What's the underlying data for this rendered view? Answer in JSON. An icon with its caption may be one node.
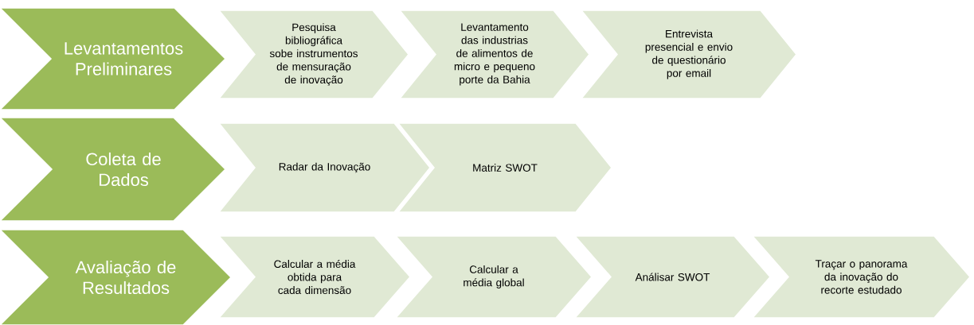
{
  "diagram": {
    "nodes": [
      {
        "text": [
          "Levantamentos Preliminares"
        ]
      },
      {
        "text": [
          "Pesquisa bibliográfica sobe instrumentos de mensuração de inovação"
        ]
      },
      {
        "text": [
          "Levantamento das industrias de alimentos de micro e pequeno porte da Bahia"
        ]
      },
      {
        "text": [
          "Entrevista presencial e envio de questionário por email"
        ]
      },
      {
        "text": [
          "Coleta de Dados"
        ]
      },
      {
        "text": [
          "Radar da Inovação"
        ]
      },
      {
        "text": [
          "Matriz SWOT"
        ]
      },
      {
        "text": [
          "Avaliação de Resultados"
        ]
      },
      {
        "text": [
          "Calcular a média obtida para cada dimensão"
        ]
      },
      {
        "text": [
          "Calcular a média global"
        ]
      },
      {
        "text": [
          "Análisar SWOT"
        ]
      },
      {
        "text": [
          "Traçar o panorama da inovação do recorte estudado"
        ]
      }
    ]
  }
}
